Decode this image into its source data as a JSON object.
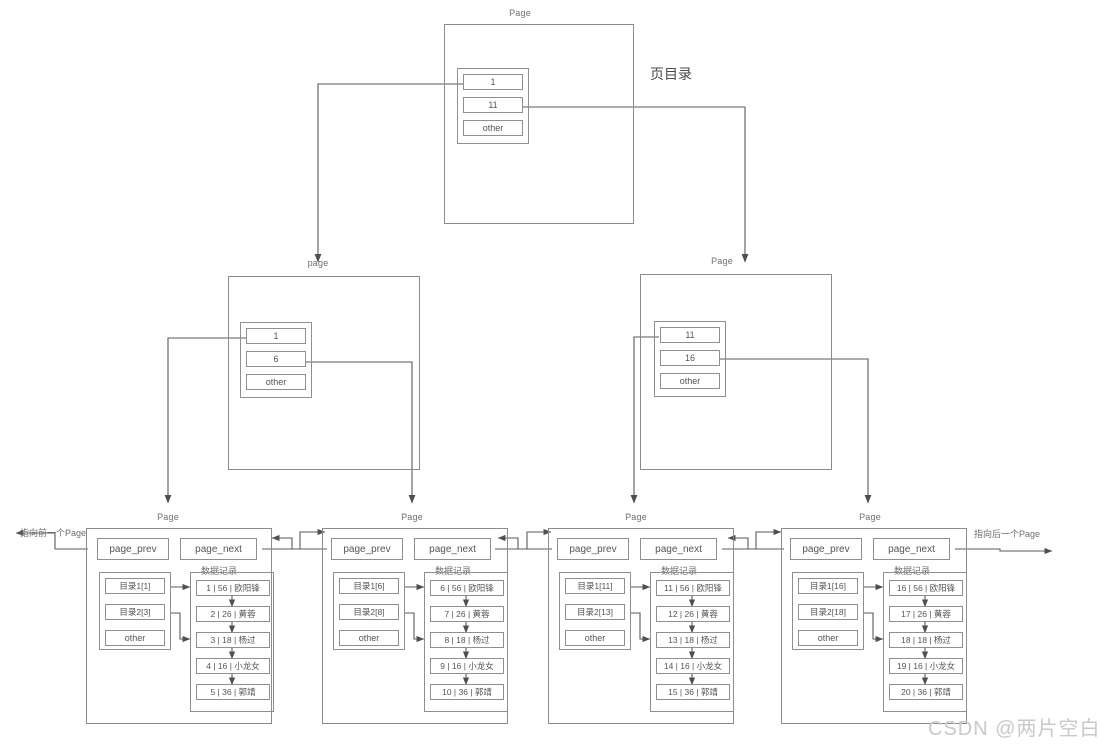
{
  "diagram": {
    "title_annotation": "页目录",
    "watermark": "CSDN @两片空白",
    "page_label": "Page",
    "page_label_lower": "page",
    "other_label": "other",
    "records_label": "数据记录",
    "prev_edge_label": "指向前一个Page",
    "next_edge_label": "指向后一个Page"
  },
  "root": {
    "label": "Page",
    "directory": [
      "1",
      "11",
      "other"
    ]
  },
  "internal": [
    {
      "label": "page",
      "directory": [
        "1",
        "6",
        "other"
      ]
    },
    {
      "label": "Page",
      "directory": [
        "11",
        "16",
        "other"
      ]
    }
  ],
  "leaves": [
    {
      "label": "Page",
      "prev_label": "page_prev",
      "next_label": "page_next",
      "records_label": "数据记录",
      "directory": [
        "目录1[1]",
        "目录2[3]",
        "other"
      ],
      "records": [
        "1 | 56 | 欧阳锋",
        "2 | 26 | 黄蓉",
        "3 | 18 | 杨过",
        "4 | 16 | 小龙女",
        "5 | 36 | 郭靖"
      ]
    },
    {
      "label": "Page",
      "prev_label": "page_prev",
      "next_label": "page_next",
      "records_label": "数据记录",
      "directory": [
        "目录1[6]",
        "目录2[8]",
        "other"
      ],
      "records": [
        "6 | 56 | 欧阳锋",
        "7 | 26 | 黄蓉",
        "8 | 18 | 杨过",
        "9 | 16 | 小龙女",
        "10 | 36 | 郭靖"
      ]
    },
    {
      "label": "Page",
      "prev_label": "page_prev",
      "next_label": "page_next",
      "records_label": "数据记录",
      "directory": [
        "目录1[11]",
        "目录2[13]",
        "other"
      ],
      "records": [
        "11 | 56 | 欧阳锋",
        "12 | 26 | 黄蓉",
        "13 | 18 | 杨过",
        "14 | 16 | 小龙女",
        "15 | 36 | 郭靖"
      ]
    },
    {
      "label": "Page",
      "prev_label": "page_prev",
      "next_label": "page_next",
      "records_label": "数据记录",
      "directory": [
        "目录1[16]",
        "目录2[18]",
        "other"
      ],
      "records": [
        "16 | 56 | 欧阳锋",
        "17 | 26 | 黄蓉",
        "18 | 18 | 杨过",
        "19 | 16 | 小龙女",
        "20 | 36 | 郭靖"
      ]
    }
  ],
  "colors": {
    "stroke": "#8c8c8c",
    "text": "#555555",
    "wire": "#555555",
    "watermark": "#c9c9c9"
  }
}
